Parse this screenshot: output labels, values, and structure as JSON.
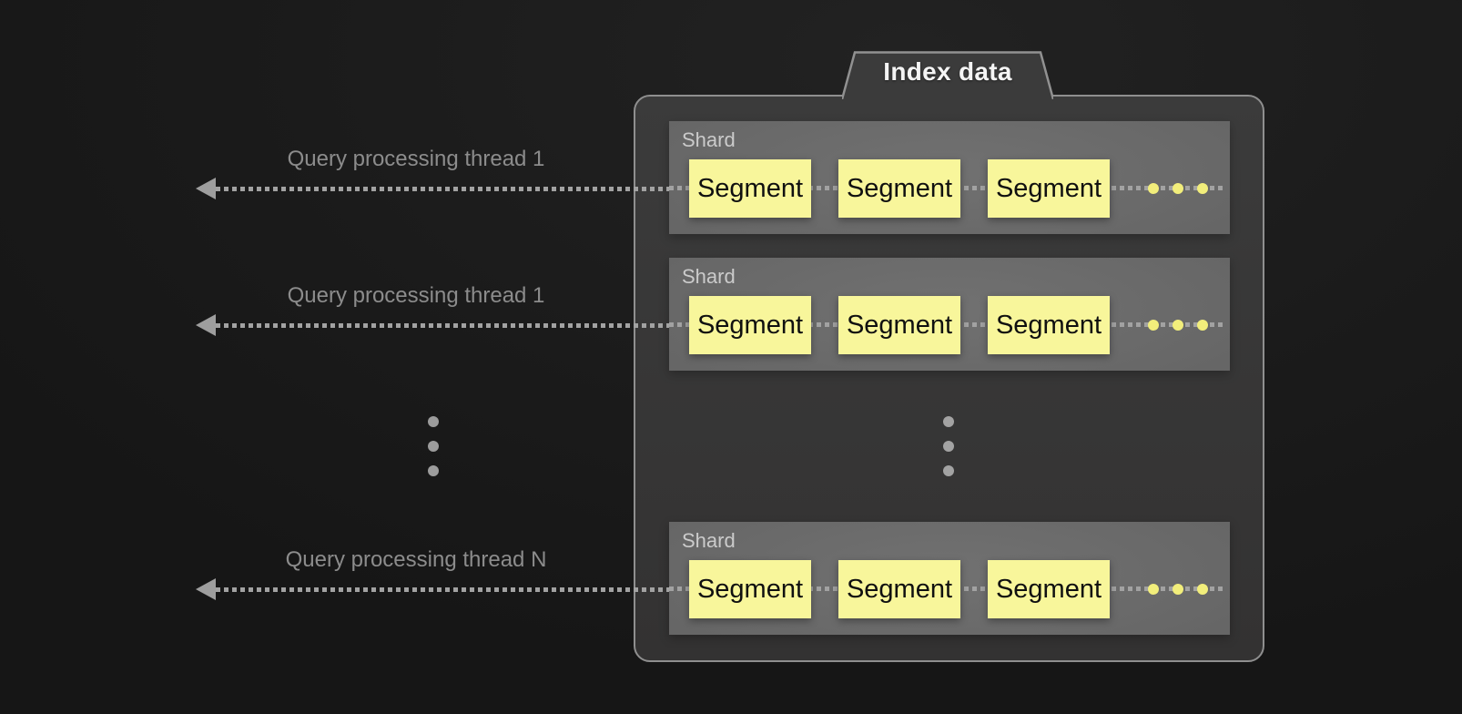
{
  "panel": {
    "tab_label": "Index data",
    "shards": [
      {
        "label": "Shard",
        "segments": [
          {
            "label": "Segment"
          },
          {
            "label": "Segment"
          },
          {
            "label": "Segment"
          }
        ],
        "trailing_dots": 3
      },
      {
        "label": "Shard",
        "segments": [
          {
            "label": "Segment"
          },
          {
            "label": "Segment"
          },
          {
            "label": "Segment"
          }
        ],
        "trailing_dots": 3
      },
      {
        "label": "Shard",
        "segments": [
          {
            "label": "Segment"
          },
          {
            "label": "Segment"
          },
          {
            "label": "Segment"
          }
        ],
        "trailing_dots": 3
      },
      {
        "more_shards_ellipsis_dots": 3
      }
    ]
  },
  "threads": [
    {
      "label": "Query processing thread 1"
    },
    {
      "label": "Query processing thread 1"
    },
    {
      "label": "Query processing thread N"
    },
    {
      "more_threads_ellipsis_dots": 3
    }
  ],
  "colors": {
    "background": "#1b1b1b",
    "panel_fill": "#373737",
    "panel_border": "#8f8f8f",
    "shard_fill": "#6c6c6c",
    "shard_label_text": "#cbcbcb",
    "segment_fill": "#f8f69b",
    "segment_text": "#101010",
    "arrow_gray": "#a2a2a2",
    "thread_label_gray": "#8c8c8c",
    "trailing_dot_yellow": "#f2ee7b",
    "tab_text": "#f4f4f4"
  }
}
